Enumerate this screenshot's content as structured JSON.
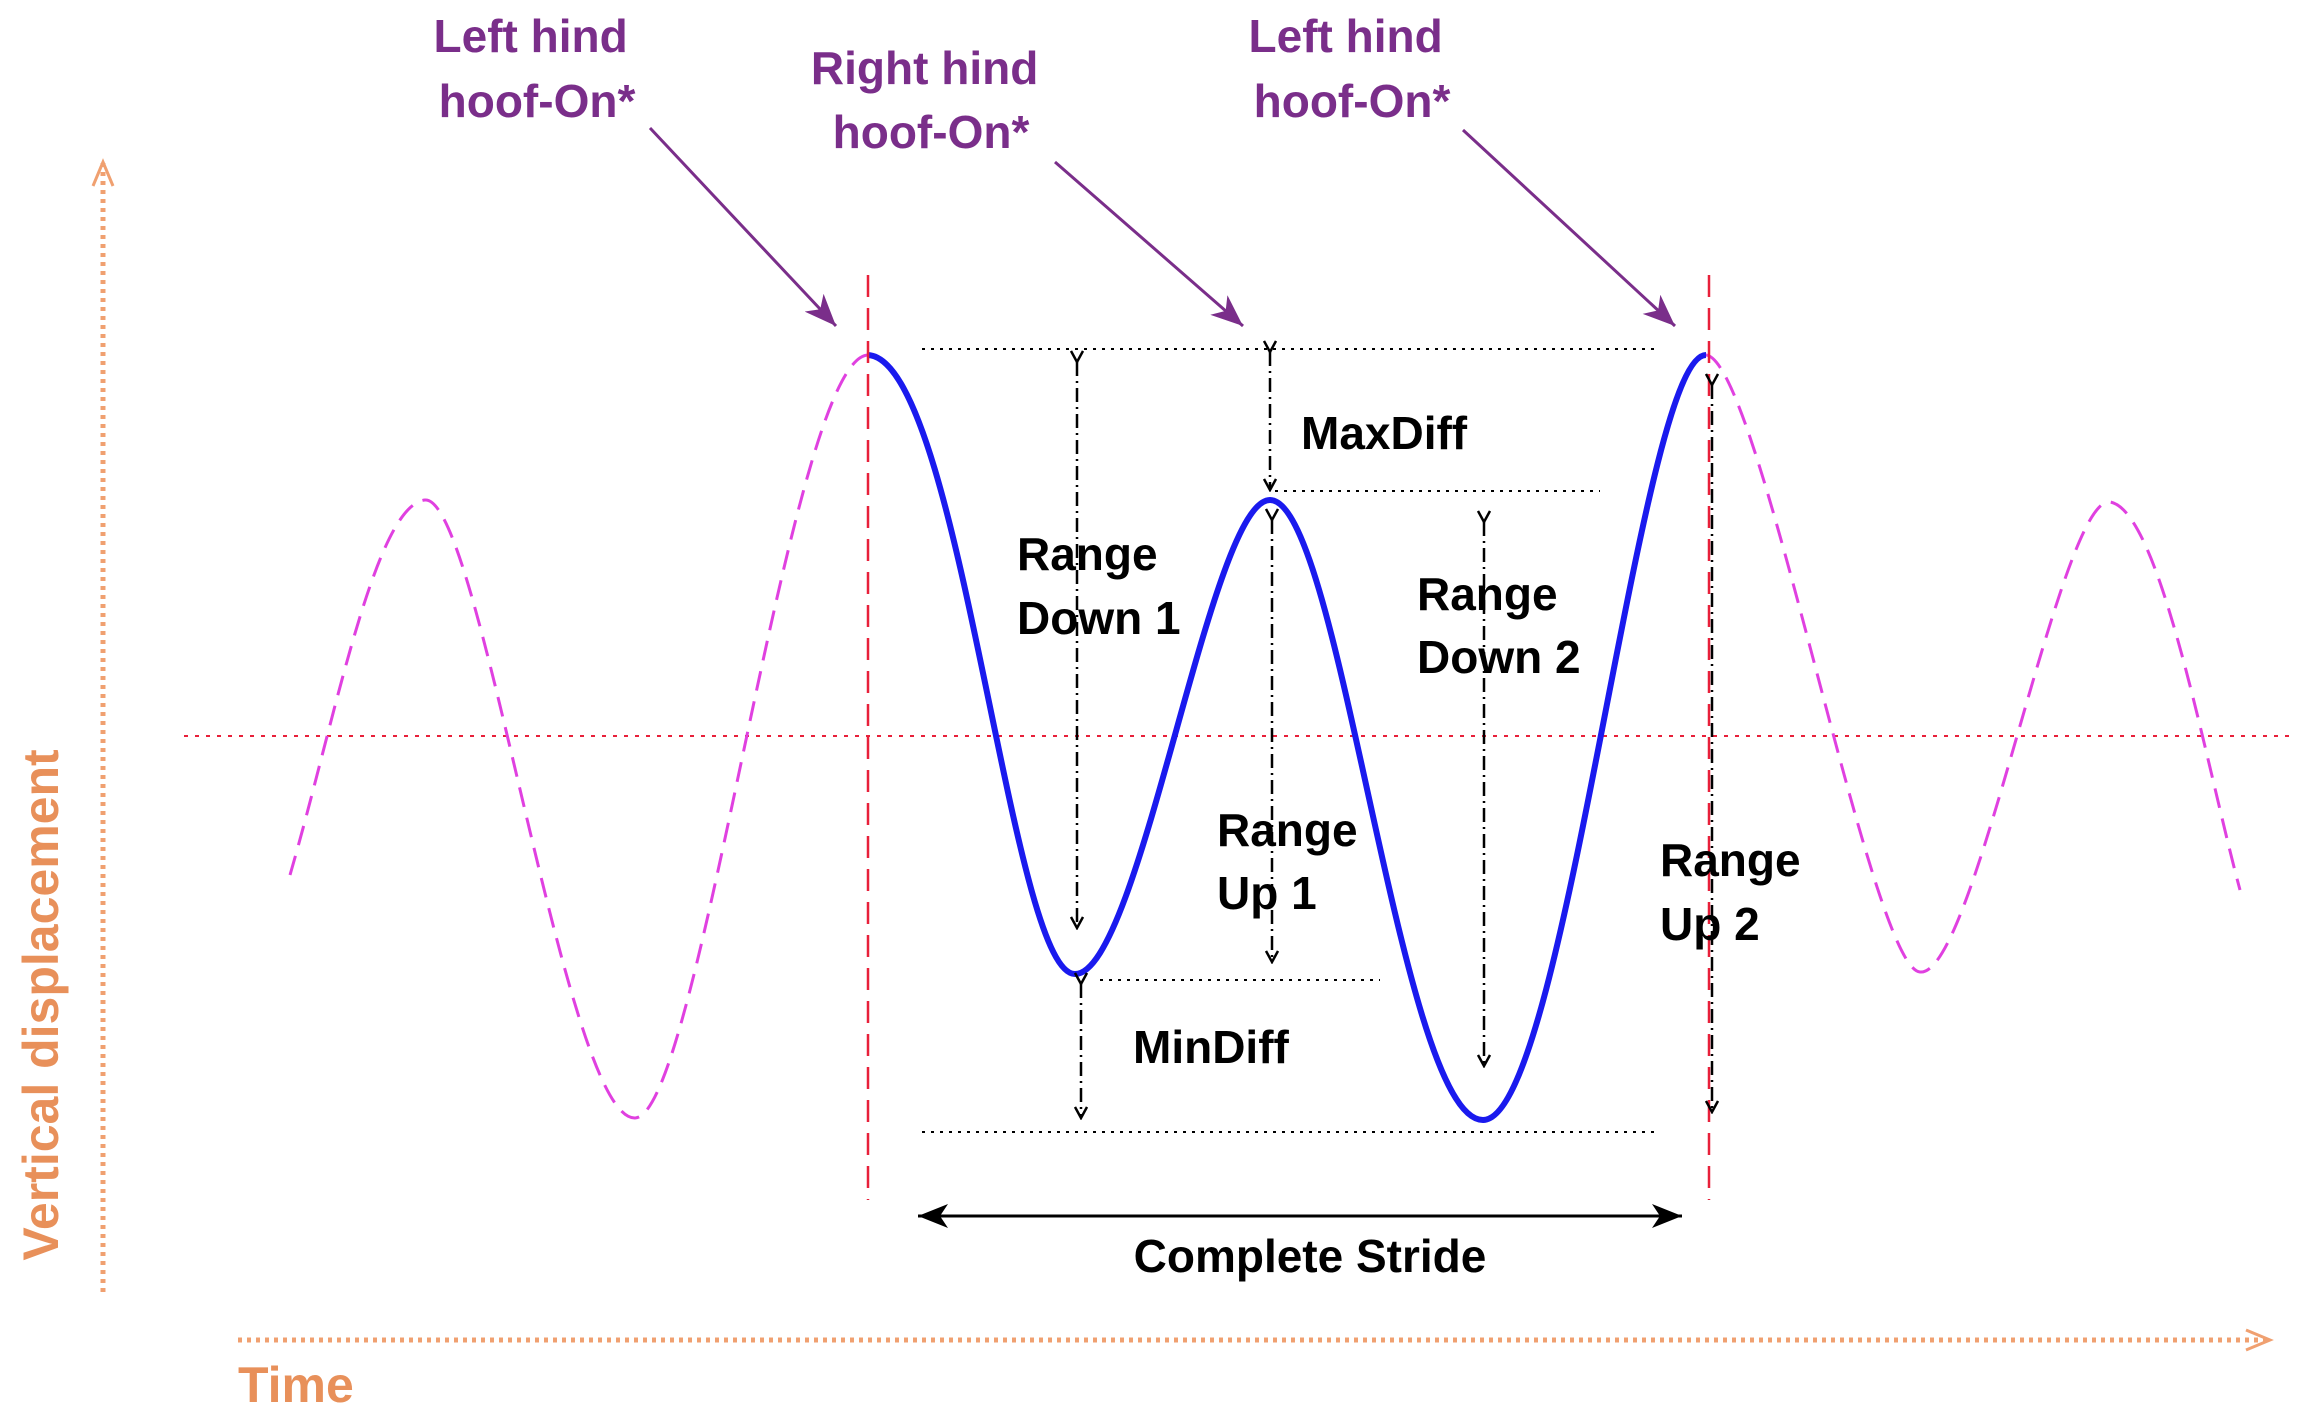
{
  "colors": {
    "stride_curve": "#1a1aee",
    "context_curve": "#e040e0",
    "hoof_label": "#7a2e8a",
    "marker_line": "#e8203a",
    "axis": "#f0a070",
    "axis_label": "#e8905a",
    "annotation": "#000000"
  },
  "hoof_labels": {
    "left_1": [
      "Left hind",
      "hoof-On*"
    ],
    "right": [
      "Right hind",
      "hoof-On*"
    ],
    "left_2": [
      "Left hind",
      "hoof-On*"
    ]
  },
  "measures": {
    "max_diff": "MaxDiff",
    "min_diff": "MinDiff",
    "range_down_1": [
      "Range",
      "Down 1"
    ],
    "range_down_2": [
      "Range",
      "Down 2"
    ],
    "range_up_1": [
      "Range",
      "Up 1"
    ],
    "range_up_2": [
      "Range",
      "Up 2"
    ]
  },
  "stride_label": "Complete Stride",
  "axes": {
    "y_label": "Vertical displacement",
    "x_label": "Time"
  }
}
